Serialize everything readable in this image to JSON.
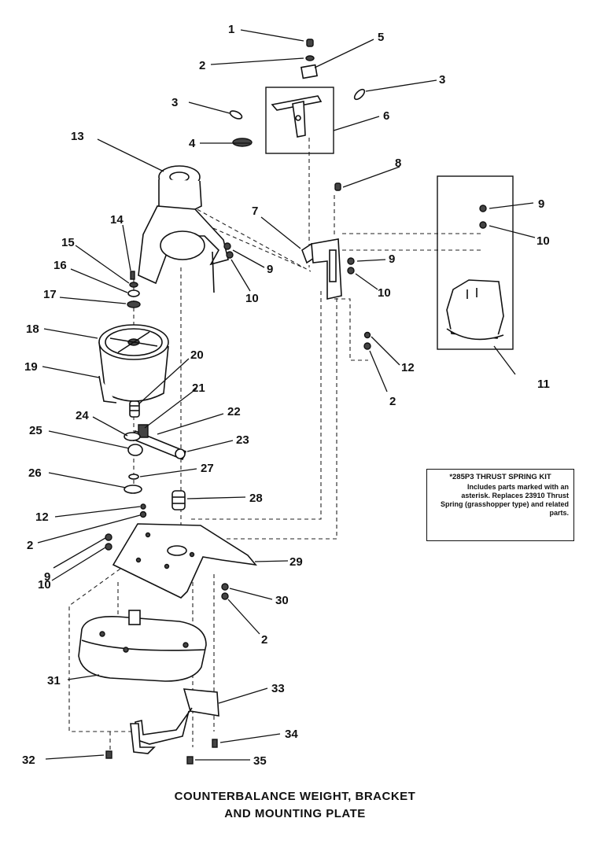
{
  "caption": {
    "line1": "COUNTERBALANCE WEIGHT, BRACKET",
    "line2": "AND MOUNTING PLATE"
  },
  "kit_note": {
    "title": "*285P3 THRUST SPRING KIT",
    "body": "Includes parts marked with an asterisk. Replaces 23910 Thrust Spring (grasshopper type) and related parts."
  },
  "callouts": {
    "c1": "1",
    "c2a": "2",
    "c2b": "2",
    "c2c": "2",
    "c2d": "2",
    "c3a": "3",
    "c3b": "3",
    "c4": "4",
    "c5": "5",
    "c6": "6",
    "c7": "7",
    "c8": "8",
    "c9a": "9",
    "c9b": "9",
    "c9c": "9",
    "c9d": "9",
    "c10a": "10",
    "c10b": "10",
    "c10c": "10",
    "c10d": "10",
    "c11": "11",
    "c12a": "12",
    "c12b": "12",
    "c13": "13",
    "c14": "14",
    "c15": "15",
    "c16": "16",
    "c17": "17",
    "c18": "18",
    "c19": "19",
    "c20": "20",
    "c21": "21",
    "c22": "22",
    "c23": "23",
    "c24": "24",
    "c25": "25",
    "c26": "26",
    "c27": "27",
    "c28": "28",
    "c29": "29",
    "c30": "30",
    "c31": "31",
    "c32": "32",
    "c33": "33",
    "c34": "34",
    "c35": "35"
  }
}
